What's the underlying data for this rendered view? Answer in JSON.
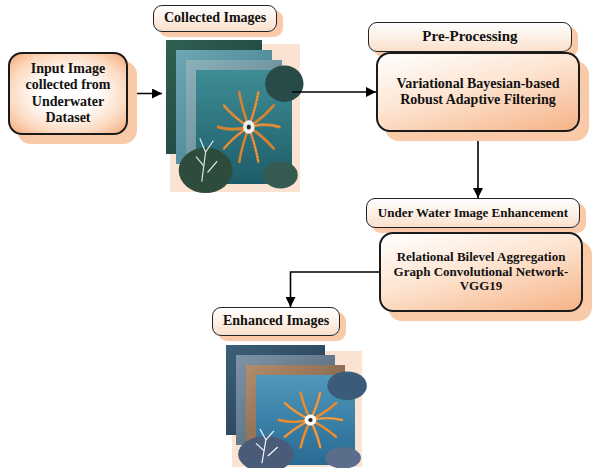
{
  "diagram": {
    "nodes": [
      {
        "text": [
          "Input Image collected from Underwater Dataset"
        ]
      },
      {
        "text": [
          "Collected Images"
        ]
      },
      {
        "text": [
          "Pre-Processing"
        ]
      },
      {
        "text": [
          "Variational Bayesian-based Robust Adaptive Filtering"
        ]
      },
      {
        "text": [
          "Under Water Image Enhancement"
        ]
      },
      {
        "text": [
          "Relational Bilevel Aggregation Graph Convolutional Network-VGG19"
        ]
      },
      {
        "text": [
          "Enhanced Images"
        ]
      }
    ],
    "edges": [
      {
        "from": 0,
        "to": 1,
        "arrow": "to"
      },
      {
        "from": 1,
        "to": 3,
        "arrow": "to"
      },
      {
        "from": 3,
        "to": 4,
        "arrow": "to"
      },
      {
        "from": 5,
        "to": 6,
        "arrow": "to"
      }
    ]
  }
}
